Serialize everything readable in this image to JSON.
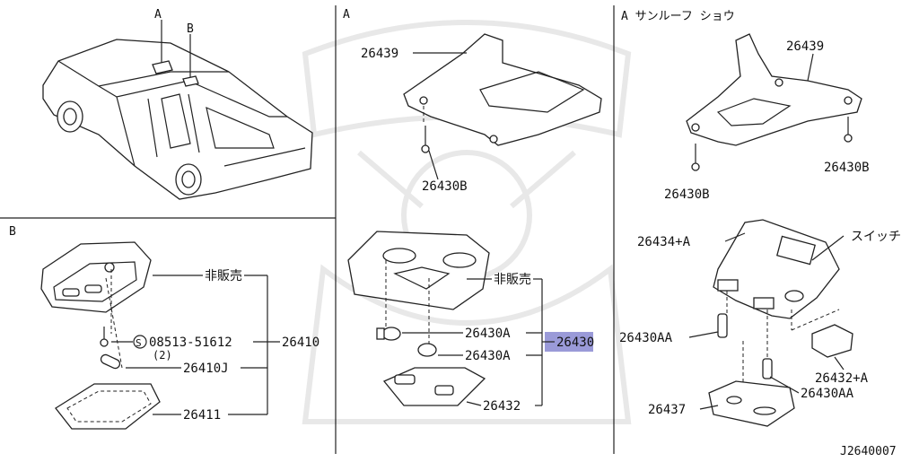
{
  "diagram": {
    "watermark_icon": "samurai-helmet-icon",
    "highlight_color": "#9a9ad8",
    "sections": {
      "car": {
        "label_a": "A",
        "label_b": "B"
      },
      "b": {
        "title": "B",
        "parts": {
          "not_sold": "非販売",
          "screw": "08513-51612",
          "screw_qty": "(2)",
          "screw_symbol": "S",
          "assy": "26410",
          "bulb": "26410J",
          "lens": "26411"
        }
      },
      "a": {
        "title": "A",
        "parts": {
          "bracket": "26439",
          "screw": "26430B",
          "not_sold": "非販売",
          "bulb1": "26430A",
          "bulb2": "26430A",
          "assy": "26430",
          "lens": "26432"
        }
      },
      "a_sunroof": {
        "title": "A サンルーフ ショウ",
        "parts": {
          "bracket": "26439",
          "screw_right": "26430B",
          "screw_left": "26430B",
          "housing": "26434+A",
          "switch": "スイッチ",
          "bulb_left": "26430AA",
          "bulb_right": "26430AA",
          "lens_right": "26432+A",
          "lens": "26437"
        }
      }
    },
    "footer_code": "J2640007"
  }
}
